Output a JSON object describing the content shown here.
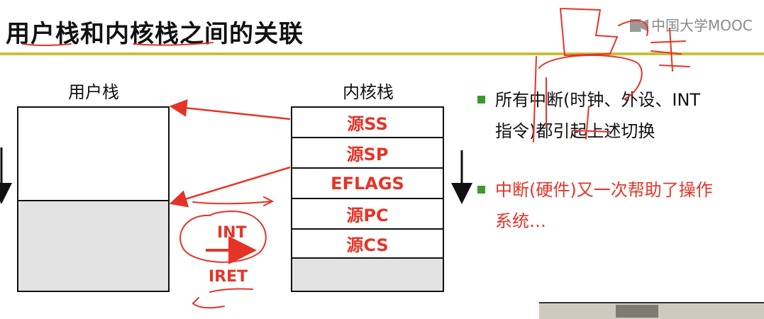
{
  "slide": {
    "title": "用户栈和内核栈之间的关联",
    "logo_text": "中国大学MOOC",
    "accent_color": "#c8bf3a",
    "red_color": "#e53427"
  },
  "diagram": {
    "user_stack_label": "用户栈",
    "kernel_stack_label": "内核栈",
    "kernel_cells": [
      "源SS",
      "源SP",
      "EFLAGS",
      "源PC",
      "源CS"
    ],
    "int_label": "INT",
    "iret_label": "IRET"
  },
  "bullets": [
    {
      "text_line1": "所有中断(时钟、外设、INT",
      "text_line2": "指令)都引起上述切换"
    },
    {
      "text_line1": "中断(硬件)又一次帮助了操作",
      "text_line2": "系统…"
    }
  ],
  "icons": {
    "bullet": "square-bullet-icon",
    "logo": "mooc-logo-icon"
  }
}
